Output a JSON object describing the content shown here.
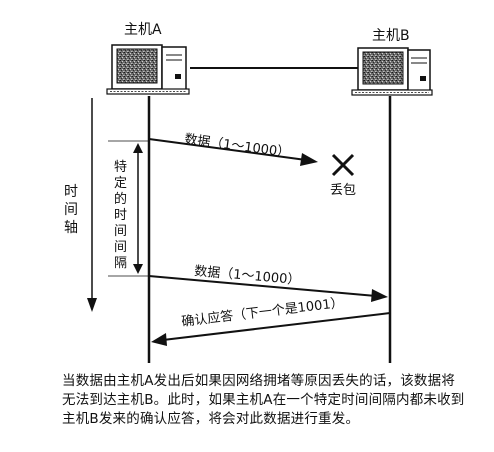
{
  "hosts": {
    "a_label": "主机A",
    "b_label": "主机B"
  },
  "axis": {
    "time_label": [
      "时",
      "间",
      "轴"
    ],
    "interval_label": [
      "特",
      "定",
      "的",
      "时",
      "间",
      "间",
      "隔"
    ]
  },
  "messages": {
    "first_data": "数据（1～1000）",
    "lost_label": "丢包",
    "second_data": "数据（1～1000）",
    "ack": "确认应答（下一个是1001）"
  },
  "caption": "当数据由主机A发出后如果因网络拥堵等原因丢失的话，该数据将无法到达主机B。此时，如果主机A在一个特定时间间隔内都未收到主机B发来的确认应答，将会对此数据进行重发。"
}
